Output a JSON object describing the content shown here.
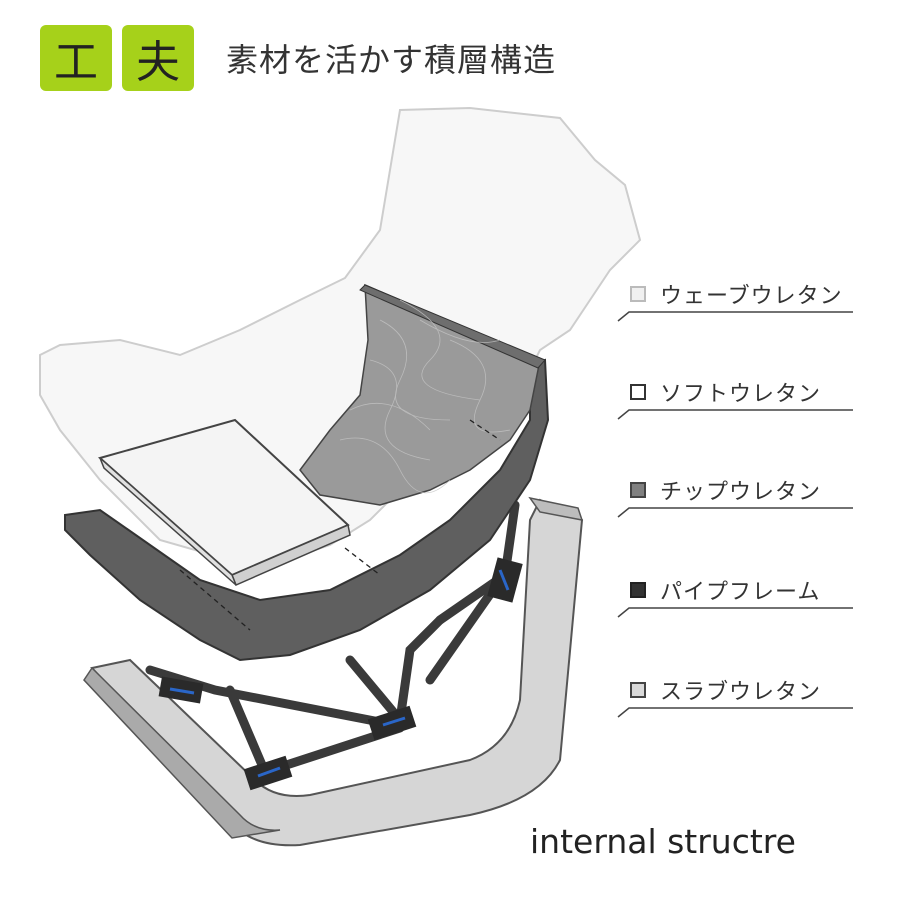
{
  "header": {
    "badges": [
      "工",
      "夫"
    ],
    "title": "素材を活かす積層構造"
  },
  "legend": [
    {
      "label": "ウェーブウレタン",
      "swatch_fill": "#f0f0f0",
      "swatch_border": "#bbbbbb"
    },
    {
      "label": "ソフトウレタン",
      "swatch_fill": "#ffffff",
      "swatch_border": "#333333"
    },
    {
      "label": "チップウレタン",
      "swatch_fill": "#808080",
      "swatch_border": "#444444"
    },
    {
      "label": "パイプフレーム",
      "swatch_fill": "#333333",
      "swatch_border": "#222222"
    },
    {
      "label": "スラブウレタン",
      "swatch_fill": "#d9d9d9",
      "swatch_border": "#444444"
    }
  ],
  "caption": "internal structre",
  "colors": {
    "badge": "#a6d11a",
    "wave_urethane": "#f5f5f5",
    "chip_urethane": "#9a9a9a",
    "shell": "#5f5f5f",
    "slab_urethane": "#d6d6d6",
    "pipe_frame": "#3a3a3a",
    "clip_accent": "#2a66c8"
  }
}
